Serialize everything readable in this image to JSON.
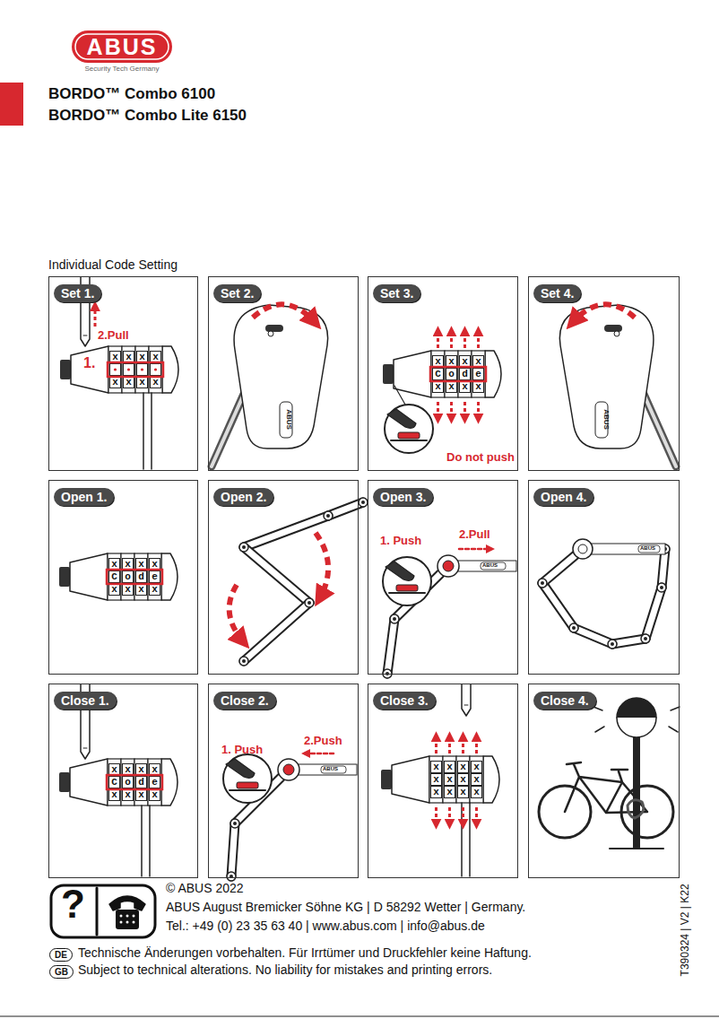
{
  "diagram": {
    "title": "BORDO™ Combo 6100",
    "nodes": [
      {
        "text": [
          "Set 1."
        ]
      },
      {
        "text": [
          "Set 2."
        ]
      },
      {
        "text": [
          "Set 3."
        ]
      },
      {
        "text": [
          "Set 4."
        ]
      },
      {
        "text": [
          "Open 1."
        ]
      },
      {
        "text": [
          "Open 2."
        ]
      },
      {
        "text": [
          "Open 3."
        ]
      },
      {
        "text": [
          "Open 4."
        ]
      },
      {
        "text": [
          "Close 1."
        ]
      },
      {
        "text": [
          "Close 2."
        ]
      },
      {
        "text": [
          "Close 3."
        ]
      },
      {
        "text": [
          "Close 4."
        ]
      }
    ],
    "labels": [
      "ABUS",
      "Security Tech Germany",
      "BORDO™ Combo Lite 6150",
      "Individual Code Setting",
      "2.Pull",
      "1.",
      "xxxx",
      "xxxx",
      "ABUS",
      "xxxx",
      "Code",
      "xxxx",
      "Do not push",
      "ABUS",
      "xxxx",
      "Code",
      "xxxx",
      "1. Push",
      "2.Pull",
      "ABUS",
      "ABUS",
      "xxxx",
      "Code",
      "xxxx",
      "1. Push",
      "2.Push",
      "ABUS",
      "xxxx",
      "xxxx",
      "xxxx",
      "?",
      "© ABUS 2022",
      "ABUS August Bremicker Söhne KG | D 58292 Wetter | Germany.",
      "Tel.: +49 (0) 23 35 63 40 | www.abus.com | info@abus.de",
      "DE",
      "Technische Änderungen vorbehalten. Für Irrtümer und Druckfehler keine Haftung.",
      "GB",
      "Subject to technical alterations. No liability for mistakes and printing errors.",
      "T390324 | V2 | K22"
    ]
  }
}
